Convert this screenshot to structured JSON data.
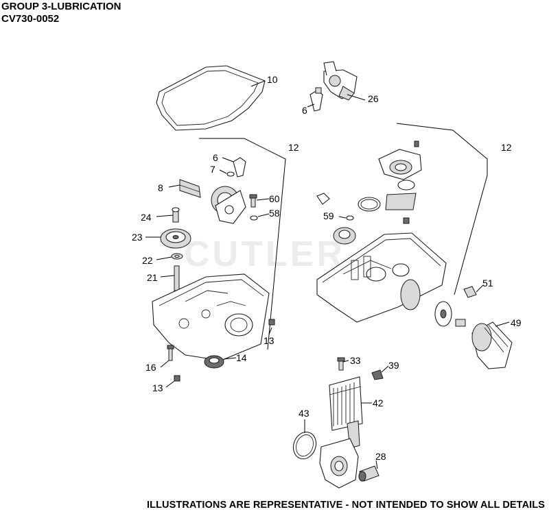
{
  "header": {
    "title": "GROUP 3-LUBRICATION",
    "subtitle": "CV730-0052"
  },
  "watermark": "CUTLER",
  "footer": "ILLUSTRATIONS ARE REPRESENTATIVE - NOT INTENDED TO SHOW ALL DETAILS",
  "callouts": {
    "c10": "10",
    "c26": "26",
    "c6a": "6",
    "c12a": "12",
    "c12b": "12",
    "c6b": "6",
    "c7": "7",
    "c8": "8",
    "c60": "60",
    "c58": "58",
    "c59": "59",
    "c24": "24",
    "c23": "23",
    "c22": "22",
    "c21": "21",
    "c51": "51",
    "c49": "49",
    "c13a": "13",
    "c16": "16",
    "c14": "14",
    "c13b": "13",
    "c33": "33",
    "c39": "39",
    "c42": "42",
    "c43": "43",
    "c28": "28"
  }
}
